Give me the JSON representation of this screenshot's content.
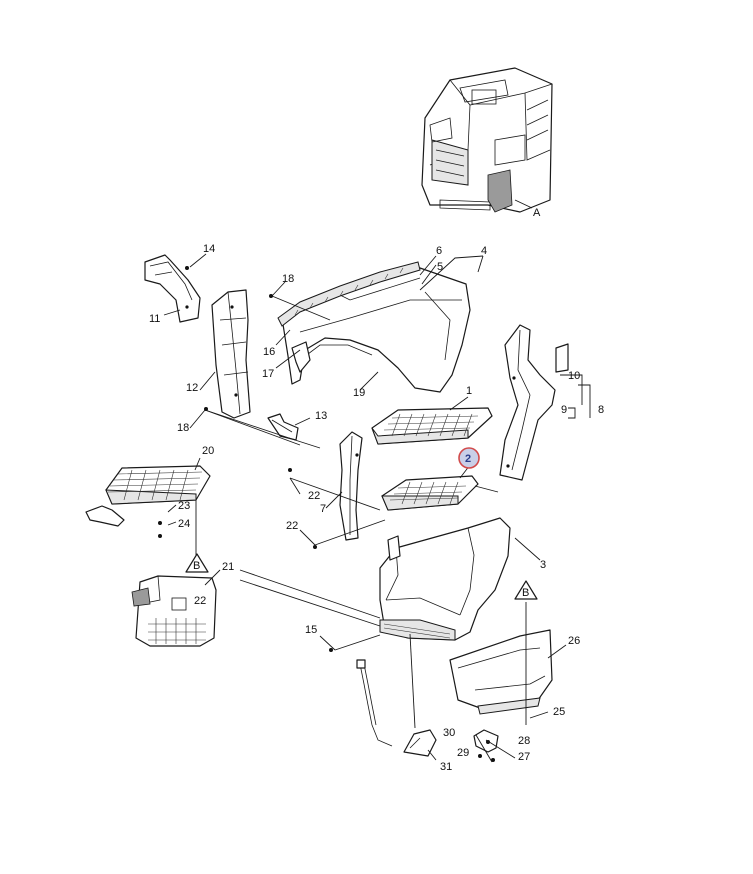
{
  "callouts": {
    "n1": "1",
    "n2": "2",
    "n3": "3",
    "n4": "4",
    "n5": "5",
    "n6": "6",
    "n7": "7",
    "n8": "8",
    "n9": "9",
    "n10": "10",
    "n11": "11",
    "n12": "12",
    "n13": "13",
    "n14": "14",
    "n15": "15",
    "n16": "16",
    "n17": "17",
    "n18a": "18",
    "n18b": "18",
    "n19": "19",
    "n20": "20",
    "n21": "21",
    "n22a": "22",
    "n22b": "22",
    "n22c": "22",
    "n23": "23",
    "n24": "24",
    "n25": "25",
    "n26": "26",
    "n27": "27",
    "n28": "28",
    "n29": "29",
    "n30": "30",
    "n31": "31",
    "nA": "A",
    "nB1": "B",
    "nB2": "B"
  },
  "highlight": {
    "color": "#d24b4b",
    "fill": "#c9cfe8"
  }
}
